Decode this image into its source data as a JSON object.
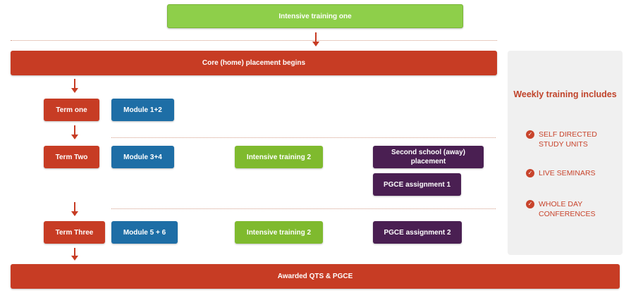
{
  "top": {
    "label": "Intensive training one"
  },
  "core": {
    "label": "Core (home) placement begins"
  },
  "terms": [
    {
      "label": "Term one"
    },
    {
      "label": "Term Two"
    },
    {
      "label": "Term Three"
    }
  ],
  "modules": [
    {
      "label": "Module 1+2"
    },
    {
      "label": "Module 3+4"
    },
    {
      "label": "Module 5 + 6"
    }
  ],
  "intensive": [
    {
      "label": "Intensive training 2"
    },
    {
      "label": "Intensive training 2"
    }
  ],
  "second_school": {
    "label": "Second school (away) placement"
  },
  "assignments": [
    {
      "label": "PGCE assignment 1"
    },
    {
      "label": "PGCE assignment 2"
    }
  ],
  "awarded": {
    "label": "Awarded QTS & PGCE"
  },
  "weekly": {
    "title": "Weekly training includes",
    "items": [
      {
        "label": "Self directed study units"
      },
      {
        "label": "Live seminars"
      },
      {
        "label": "Whole day conferences"
      }
    ]
  },
  "colors": {
    "red": "#c73c24",
    "blue": "#1e6ea6",
    "green": "#7fba2e",
    "light_green": "#8ecf4a",
    "purple": "#4a1f52",
    "panel_bg": "#f0f0f0"
  }
}
